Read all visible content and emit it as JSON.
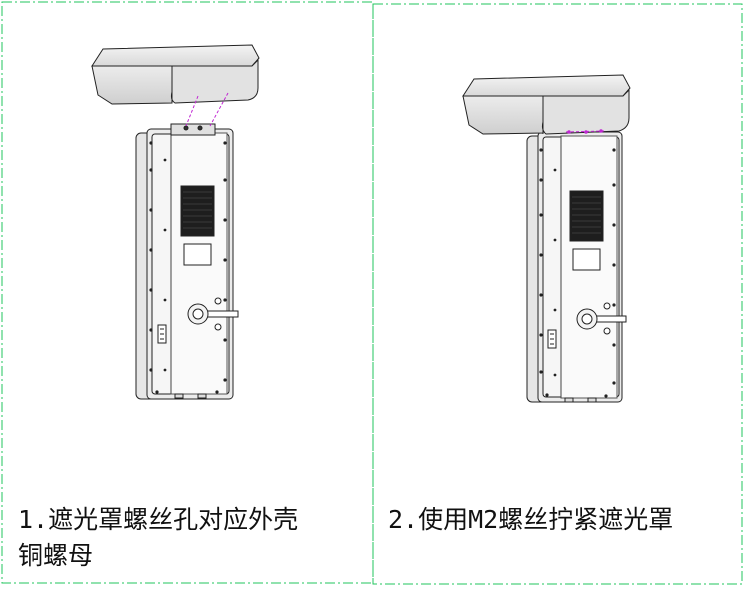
{
  "steps": [
    {
      "caption_line1": "1.遮光罩螺丝孔对应外壳",
      "caption_line2": "铜螺母"
    },
    {
      "caption_line1": "2.使用M2螺丝拧紧遮光罩"
    }
  ],
  "colors": {
    "frame": "#22c55e",
    "stroke": "#222222",
    "screw_guide": "#c026d3"
  }
}
